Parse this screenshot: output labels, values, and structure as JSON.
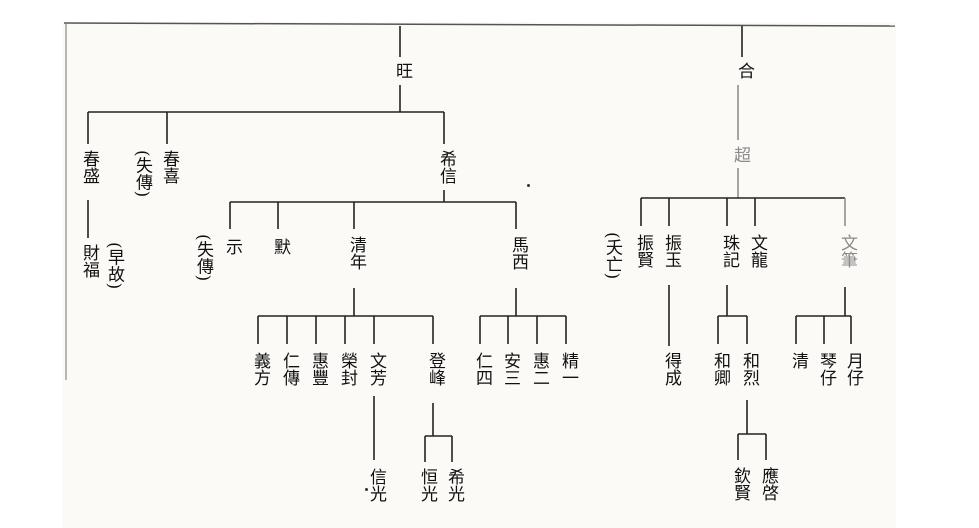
{
  "tree": {
    "wang": "旺",
    "he": "合",
    "chao": "超",
    "chunsheng": "春盛",
    "caifu": "財福",
    "zaogu": "(早故)",
    "chunxi": "春喜",
    "shichuan1": "(失傳)",
    "xixin": "希信",
    "shi": "示",
    "shichuan2": "(失傳)",
    "mo": "默",
    "qingnian": "清年",
    "maxi": "馬西",
    "yifang": "義方",
    "renchuan": "仁傳",
    "huifeng": "惠豐",
    "rongfeng": "榮封",
    "wenfang": "文芳",
    "dengfeng": "登峰",
    "xinguang": "信光",
    "hengguang": "恒光",
    "xiguang": "希光",
    "rensi": "仁四",
    "ansan": "安三",
    "huier": "惠二",
    "jingyi": "精一",
    "yaowang": "(夭亡)",
    "zhenxian": "振賢",
    "zhenyu": "振玉",
    "decheng": "得成",
    "zhuji": "珠記",
    "wenlong": "文龍",
    "hexiang": "和卿",
    "helie": "和烈",
    "qinxian": "欽賢",
    "yingqi": "應啓",
    "wenbi": "文筆",
    "qing": "清",
    "qinzai": "琴仔",
    "yuezai": "月仔"
  },
  "colors": {
    "ink": "#111111",
    "faded": "#8a8a8a",
    "paper": "#fbfaf6"
  }
}
